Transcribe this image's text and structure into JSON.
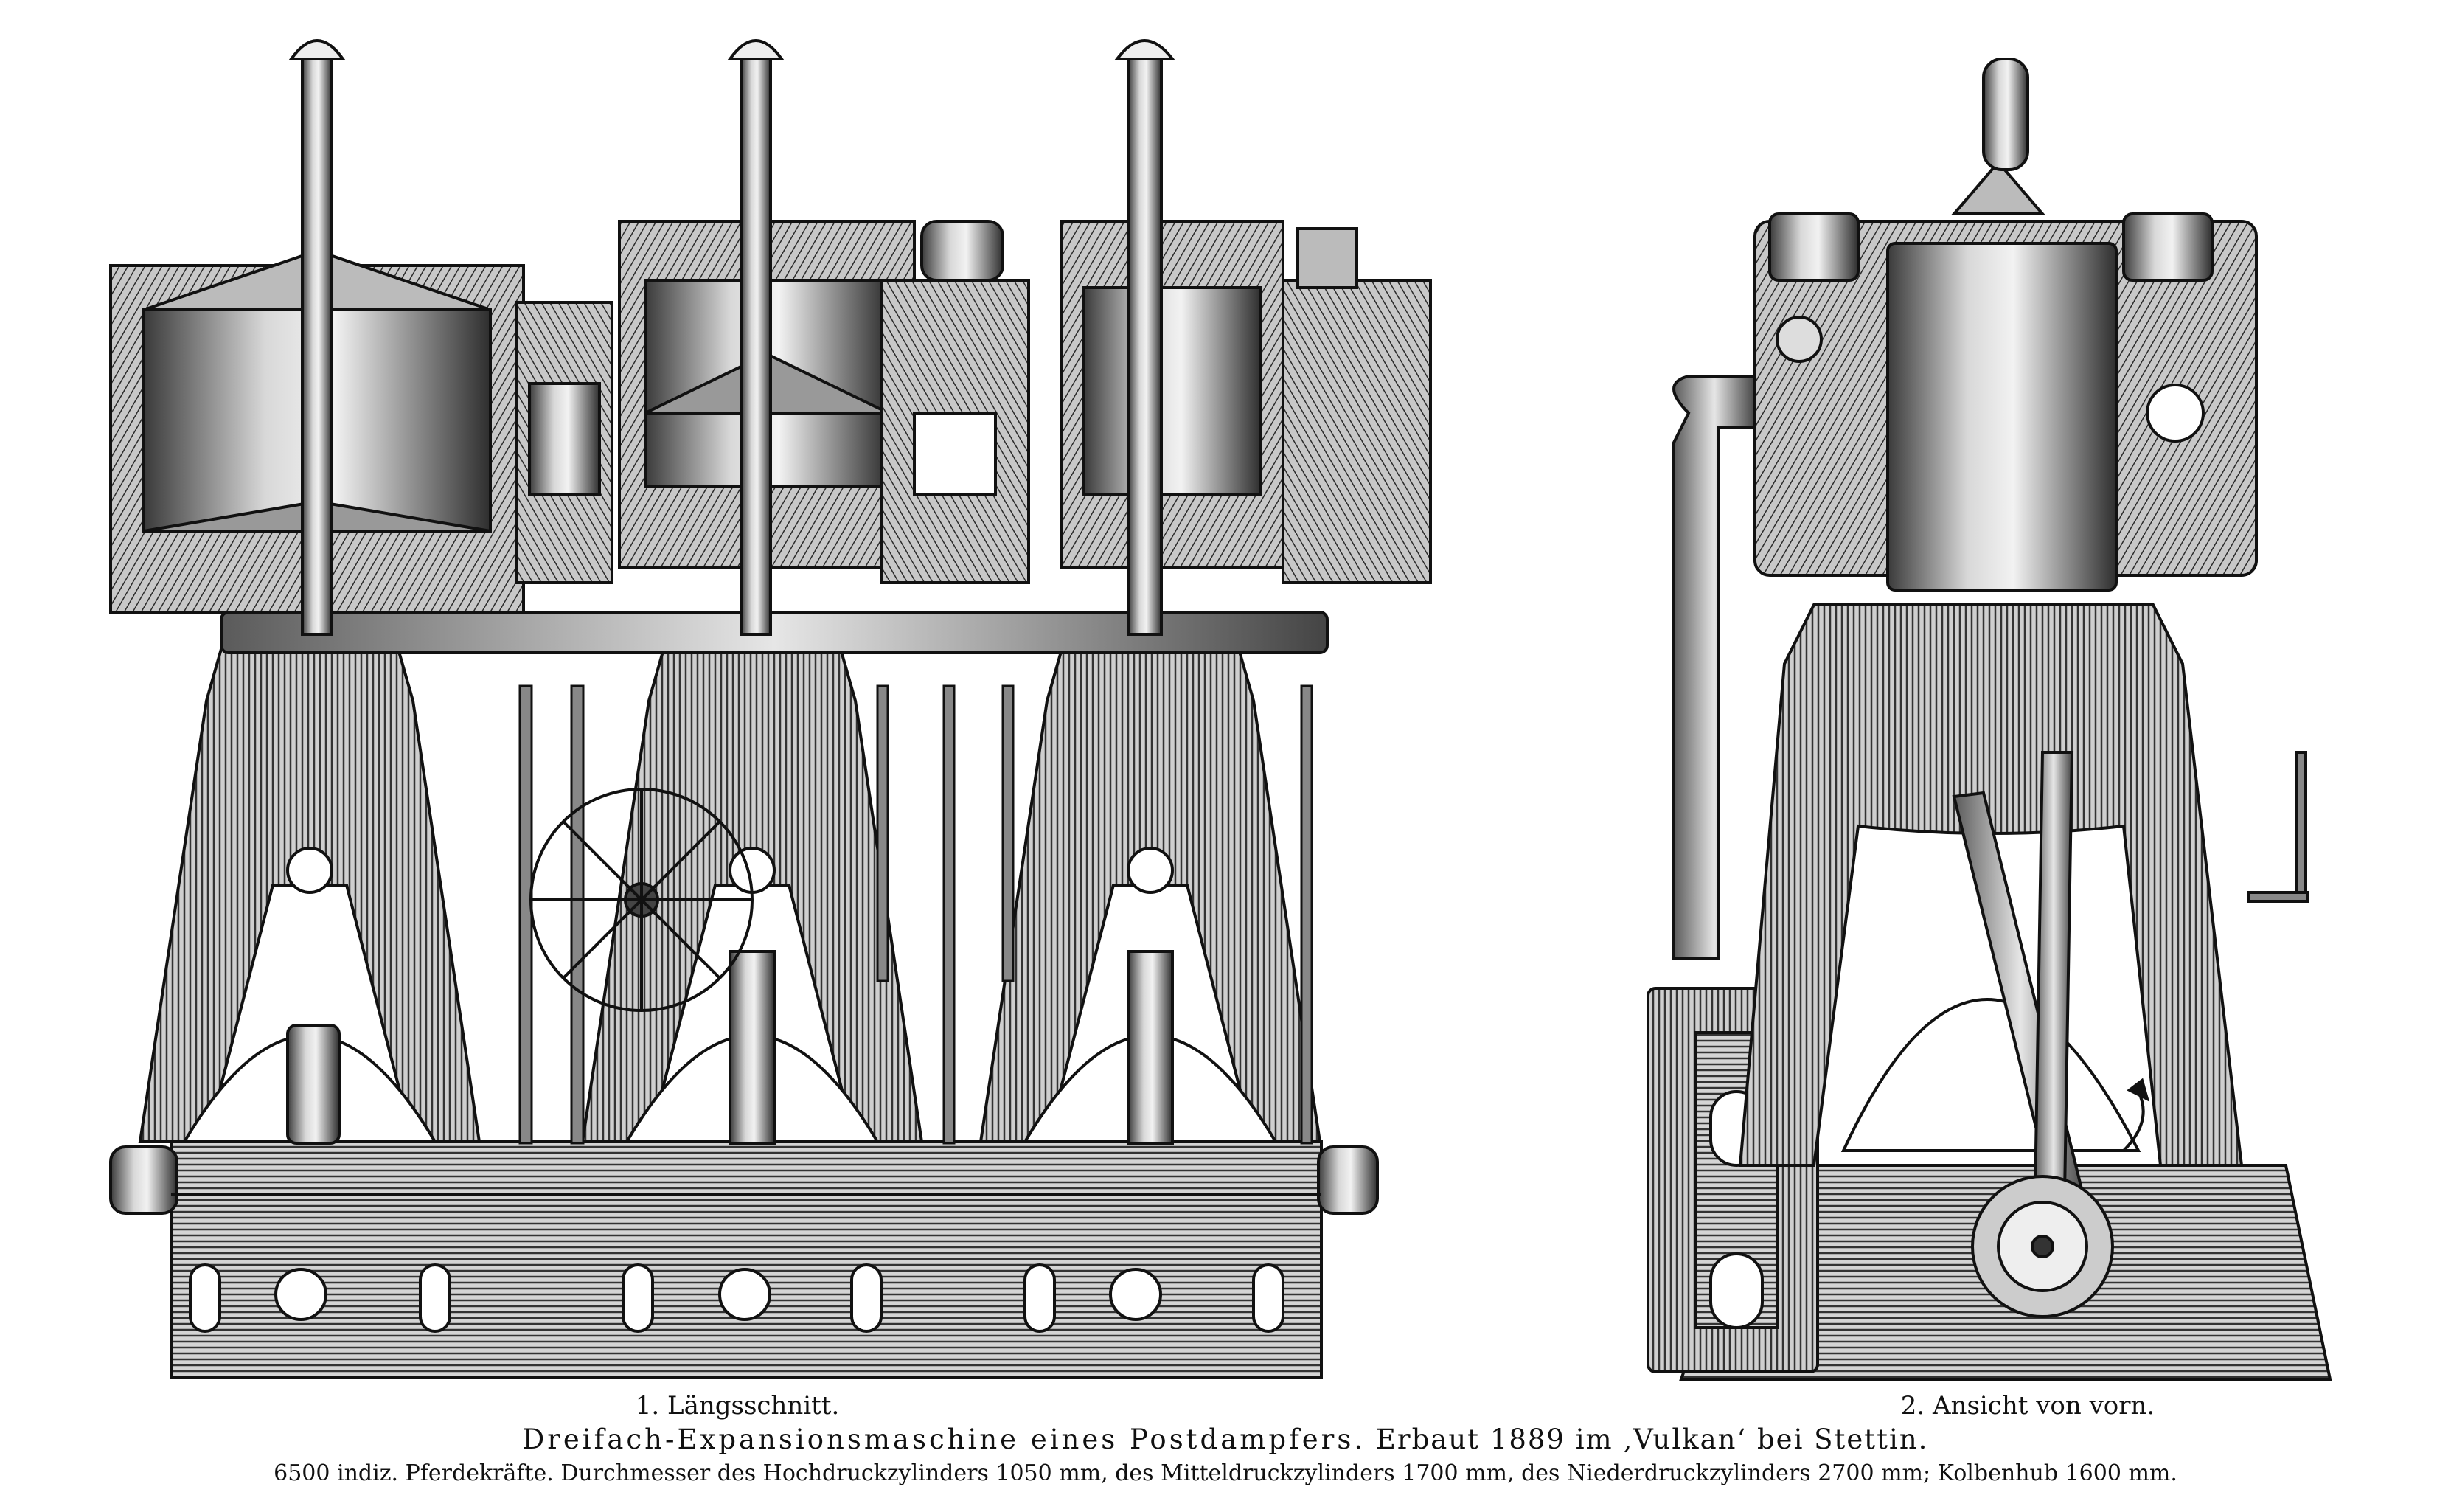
{
  "figures": [
    {
      "number": "1.",
      "caption": "Längsschnitt."
    },
    {
      "number": "2.",
      "caption": "Ansicht von vorn."
    }
  ],
  "title": {
    "main": "Dreifach-Expansionsmaschine eines Postdampfers.",
    "built": "Erbaut 1889 im ‚Vulkan‘ bei Stettin."
  },
  "specs": "6500 indiz. Pferdekräfte. Durchmesser des Hochdruckzylinders 1050 mm, des Mitteldruckzylinders 1700 mm, des Niederdruckzylinders 2700 mm; Kolbenhub 1600 mm.",
  "colors": {
    "ink": "#1a1a1a",
    "mid": "#555555",
    "paper": "#ffffff"
  }
}
